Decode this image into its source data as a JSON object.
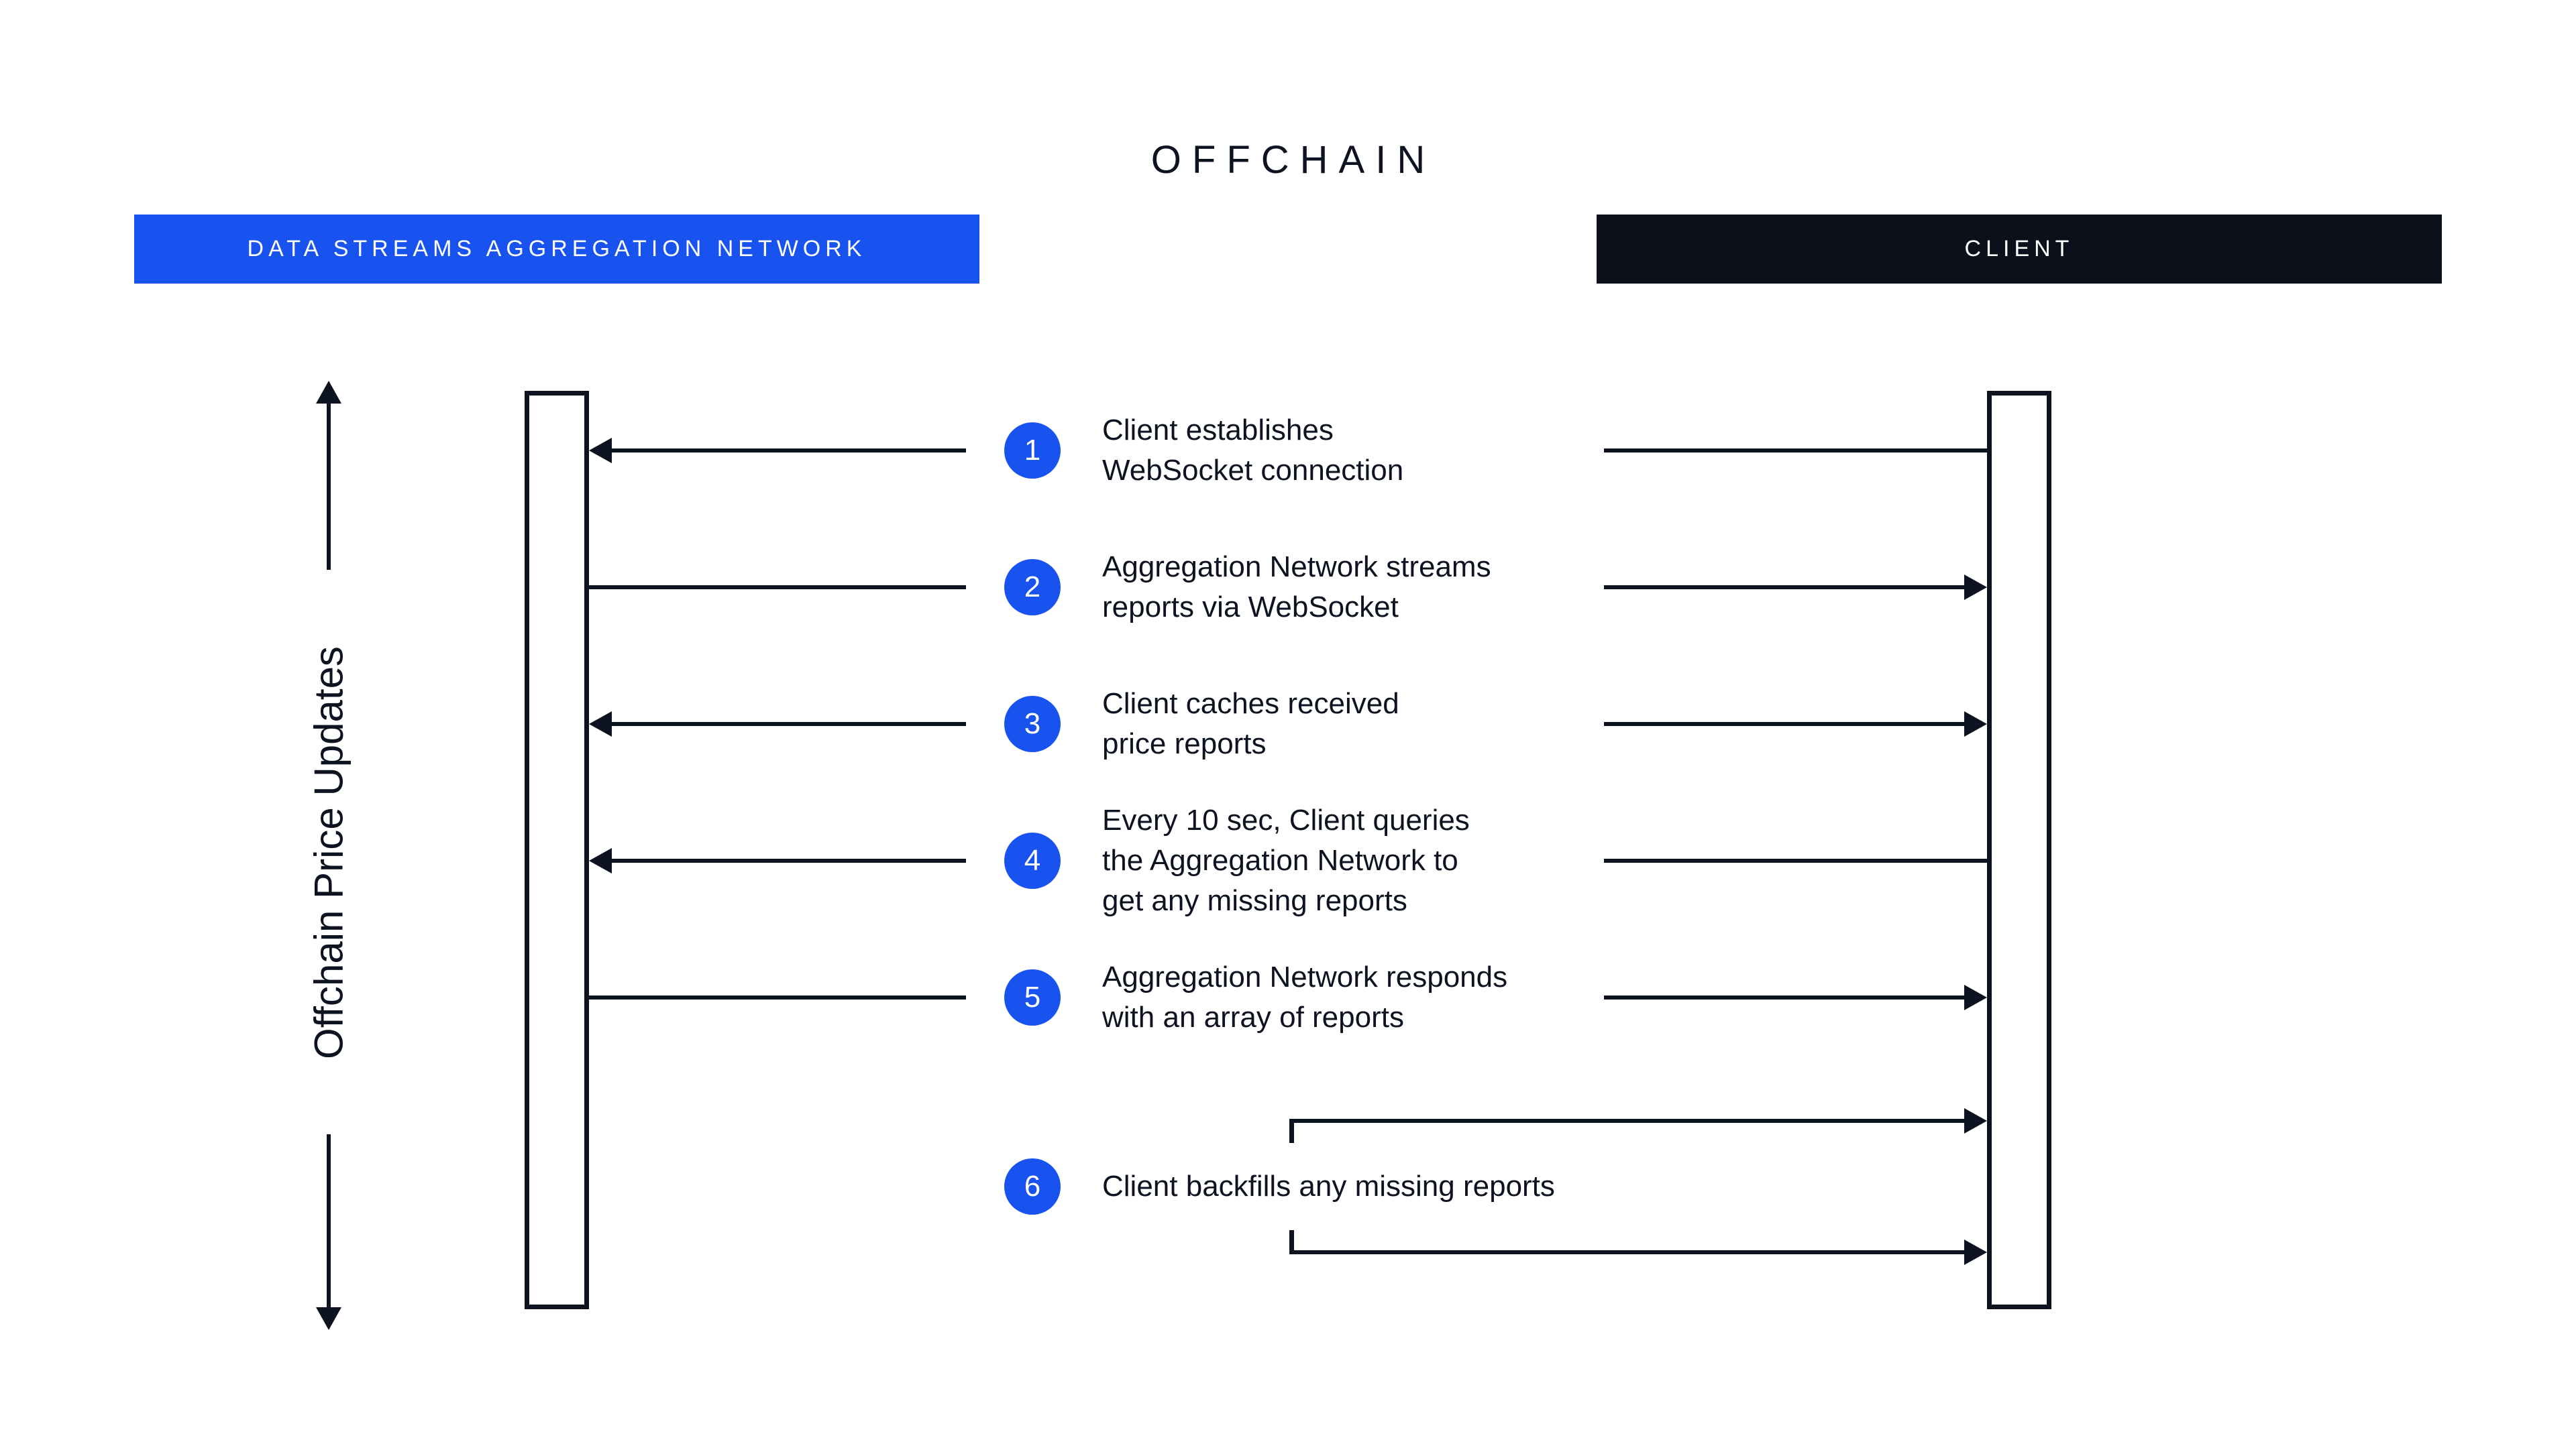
{
  "title": "OFFCHAIN",
  "left_actor": {
    "label": "DATA STREAMS AGGREGATION NETWORK"
  },
  "right_actor": {
    "label": "CLIENT"
  },
  "side_axis": {
    "label": "Offchain Price Updates"
  },
  "steps": [
    {
      "number": "1",
      "text": "Client establishes\nWebSocket connection",
      "direction": "client-to-network"
    },
    {
      "number": "2",
      "text": "Aggregation Network streams\nreports via WebSocket",
      "direction": "network-to-client"
    },
    {
      "number": "3",
      "text": "Client caches received\nprice reports",
      "direction": "both-outward"
    },
    {
      "number": "4",
      "text": "Every 10 sec, Client queries\nthe Aggregation Network to\nget any missing reports",
      "direction": "client-to-network"
    },
    {
      "number": "5",
      "text": "Aggregation Network responds\nwith an array of reports",
      "direction": "network-to-client"
    },
    {
      "number": "6",
      "text": "Client backfills any missing reports",
      "direction": "client-loop"
    }
  ],
  "colors": {
    "accent_blue": "#1853F0",
    "ink": "#0D1320",
    "client_header_bg": "#0C101B",
    "background": "#FFFFFF"
  }
}
